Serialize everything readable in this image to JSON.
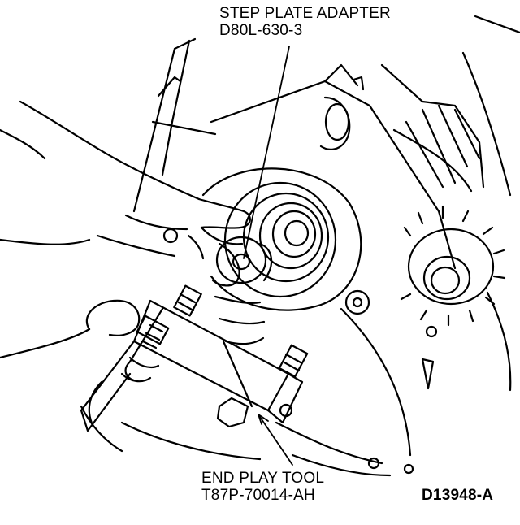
{
  "labels": {
    "step_plate": {
      "name": "STEP PLATE ADAPTER",
      "part": "D80L-630-3"
    },
    "end_play": {
      "name": "END PLAY TOOL",
      "part": "T87P-70014-AH"
    },
    "figure_id": "D13948-A"
  },
  "colors": {
    "ink": "#000000",
    "paper": "#ffffff"
  }
}
